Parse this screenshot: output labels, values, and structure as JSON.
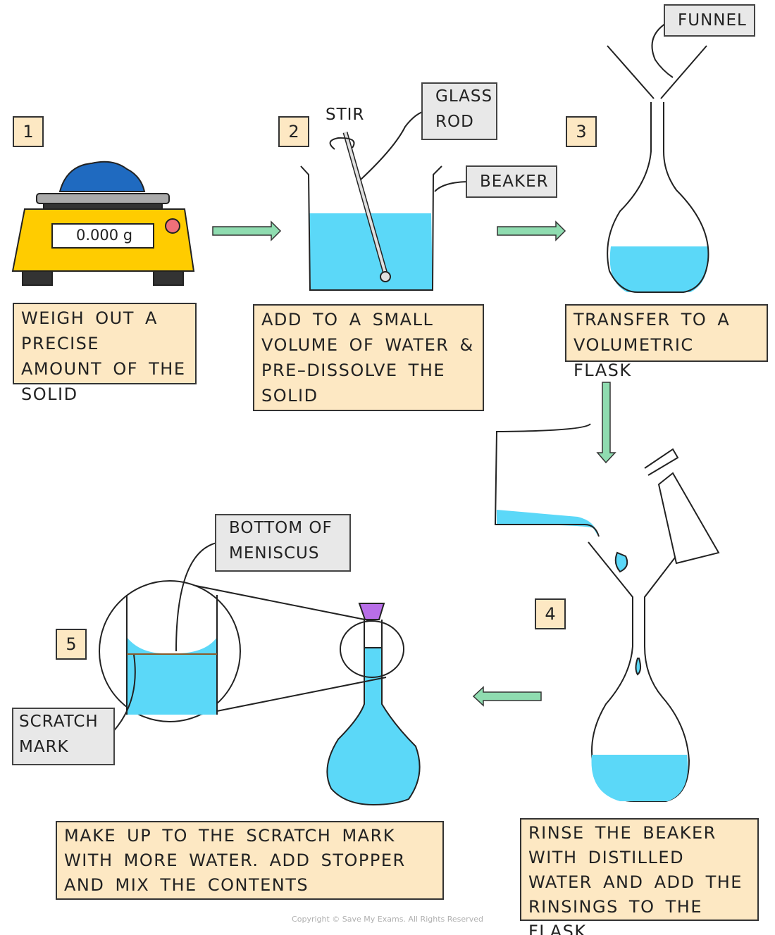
{
  "steps": [
    {
      "number": "1",
      "text": "WEIGH  OUT  A PRECISE  AMOUNT OF  THE  SOLID"
    },
    {
      "number": "2",
      "text": "ADD  TO  A  SMALL VOLUME  OF  WATER & PRE–DISSOLVE  THE SOLID"
    },
    {
      "number": "3",
      "text": "TRANSFER  TO  A VOLUMETRIC  FLASK"
    },
    {
      "number": "4",
      "text": "RINSE  THE  BEAKER WITH  DISTILLED  WATER AND  ADD  THE  RINSINGS TO  THE  FLASK"
    },
    {
      "number": "5",
      "text": "MAKE  UP  TO  THE  SCRATCH  MARK  WITH MORE  WATER. ADD  STOPPER  AND  MIX  THE  CONTENTS"
    }
  ],
  "labels": {
    "balance_display": "0.000 g",
    "stir": "STIR",
    "glass_rod": "GLASS ROD",
    "beaker": "BEAKER",
    "funnel": "FUNNEL",
    "bottom_of_meniscus": "BOTTOM  OF MENISCUS",
    "scratch_mark": "SCRATCH MARK"
  },
  "copyright": "Copyright © Save My Exams. All Rights Reserved",
  "colors": {
    "box_fill": "#fde8c3",
    "water": "#5bd8f8",
    "arrow": "#8fdcb0",
    "balance": "#ffcc00",
    "solid": "#1f6ac0",
    "stopper": "#b86ee8",
    "tag_fill": "#e8e8e8"
  }
}
